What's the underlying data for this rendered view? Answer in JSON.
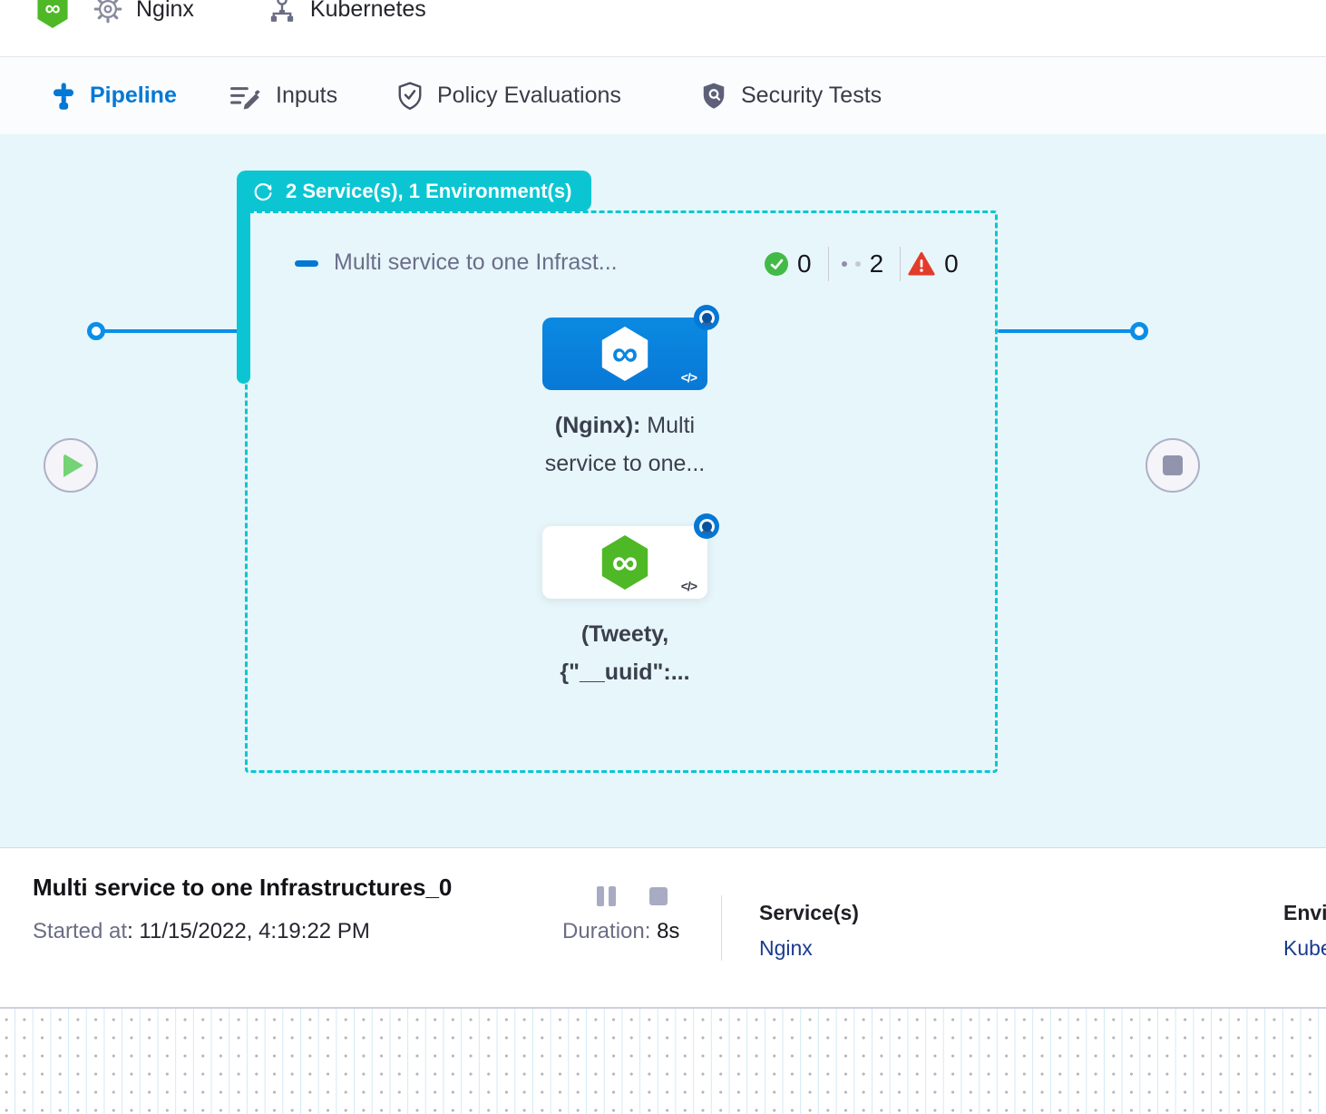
{
  "header": {
    "service_name": "Nginx",
    "environment_name": "Kubernetes"
  },
  "tabs": {
    "pipeline": "Pipeline",
    "inputs": "Inputs",
    "policy": "Policy Evaluations",
    "security": "Security Tests"
  },
  "canvas": {
    "group_badge_label": "2 Service(s), 1 Environment(s)",
    "stage_title": "Multi service to one Infrast...",
    "counts": {
      "success": "0",
      "running": "2",
      "failed": "0"
    },
    "node1": {
      "bold": "(Nginx):",
      "rest": " Multi service to one...",
      "code_glyph": "</>",
      "logo_glyph": "∞"
    },
    "node2": {
      "bold": "(Tweety, {\"__uuid\":...",
      "code_glyph": "</>",
      "logo_glyph": "∞"
    },
    "logo_glyph": "∞"
  },
  "footer": {
    "run_title": "Multi service to one Infrastructures_0",
    "started_label": "Started at",
    "started_value": ": 11/15/2022, 4:19:22 PM",
    "duration_label": "Duration: ",
    "duration_value": "8s",
    "services_label": "Service(s)",
    "services_value": "Nginx",
    "environment_label": "Envi",
    "environment_value": "Kube"
  },
  "colors": {
    "teal": "#0BC6D2",
    "primary_blue": "#0278D5",
    "edge_blue": "#0A8FE8",
    "harness_green": "#4FB826",
    "success_green": "#42BA47",
    "fail_red": "#E23C2B"
  }
}
